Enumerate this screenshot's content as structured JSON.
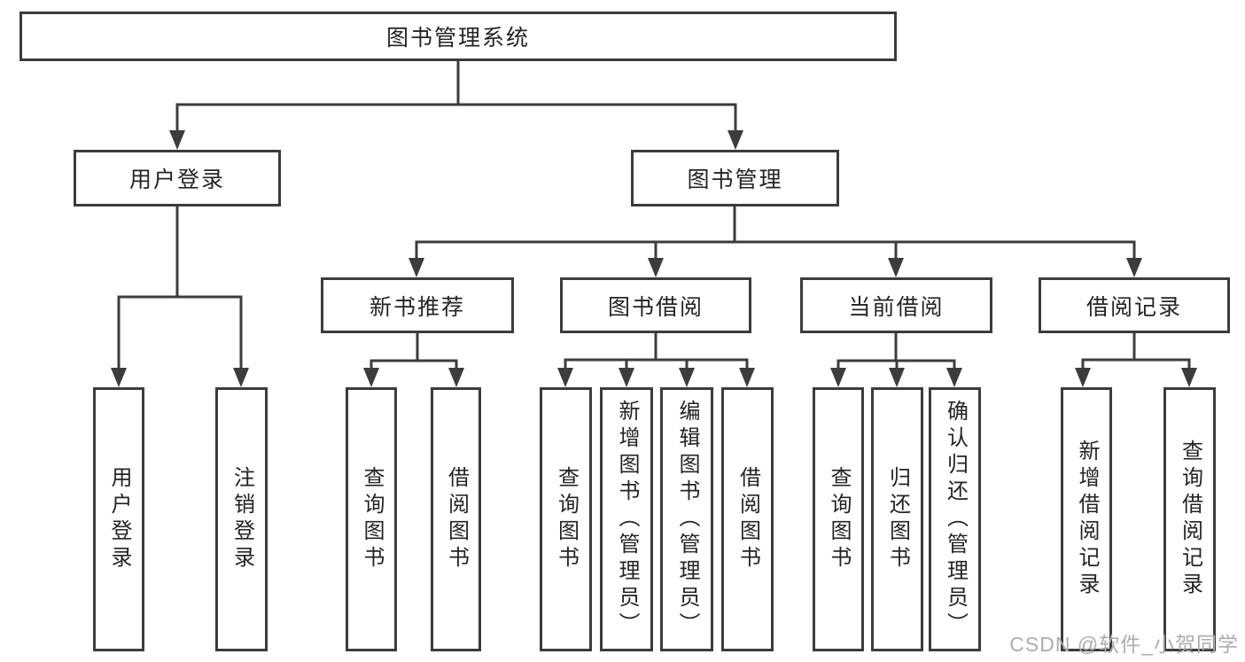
{
  "diagram": {
    "root": {
      "label": "图书管理系统"
    },
    "login": {
      "label": "用户登录",
      "children": [
        "用户登录",
        "注销登录"
      ]
    },
    "management": {
      "label": "图书管理",
      "sections": [
        {
          "label": "新书推荐",
          "children": [
            "查询图书",
            "借阅图书"
          ]
        },
        {
          "label": "图书借阅",
          "children": [
            "查询图书",
            "新增图书（管理员）",
            "编辑图书（管理员）",
            "借阅图书"
          ]
        },
        {
          "label": "当前借阅",
          "children": [
            "查询图书",
            "归还图书",
            "确认归还（管理员）"
          ]
        },
        {
          "label": "借阅记录",
          "children": [
            "新增借阅记录",
            "查询借阅记录"
          ]
        }
      ]
    },
    "colors": {
      "line": "#3c3c3c",
      "text": "#242424",
      "background": "#ffffff",
      "watermark": "#adadad"
    },
    "watermark": "CSDN @软件_小贺同学"
  }
}
